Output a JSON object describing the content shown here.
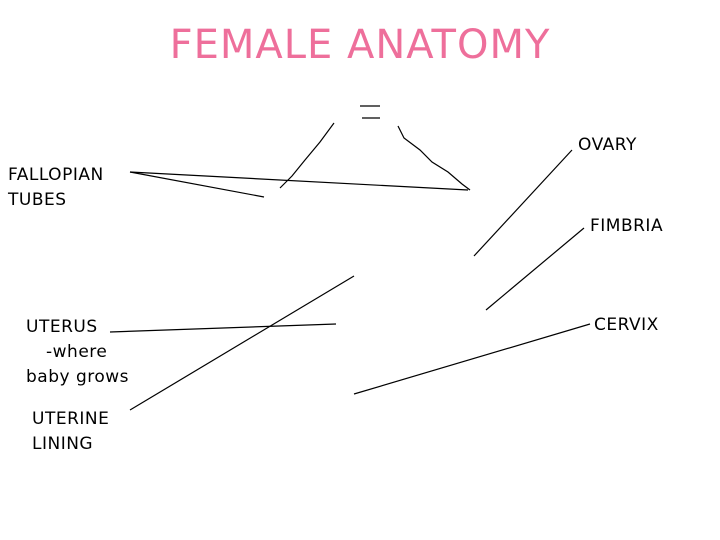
{
  "title": "FEMALE ANATOMY",
  "labels": {
    "fallopian_tubes": [
      "FALLOPIAN",
      "TUBES"
    ],
    "uterus": [
      "UTERUS",
      "-where",
      "baby grows"
    ],
    "uterine_lining": [
      "UTERINE",
      "LINING"
    ],
    "ovary": "OVARY",
    "fimbria": "FIMBRIA",
    "cervix": "CERVIX"
  },
  "colors": {
    "title": "#ee6f9b",
    "ink": "#000000",
    "background": "#ffffff"
  }
}
